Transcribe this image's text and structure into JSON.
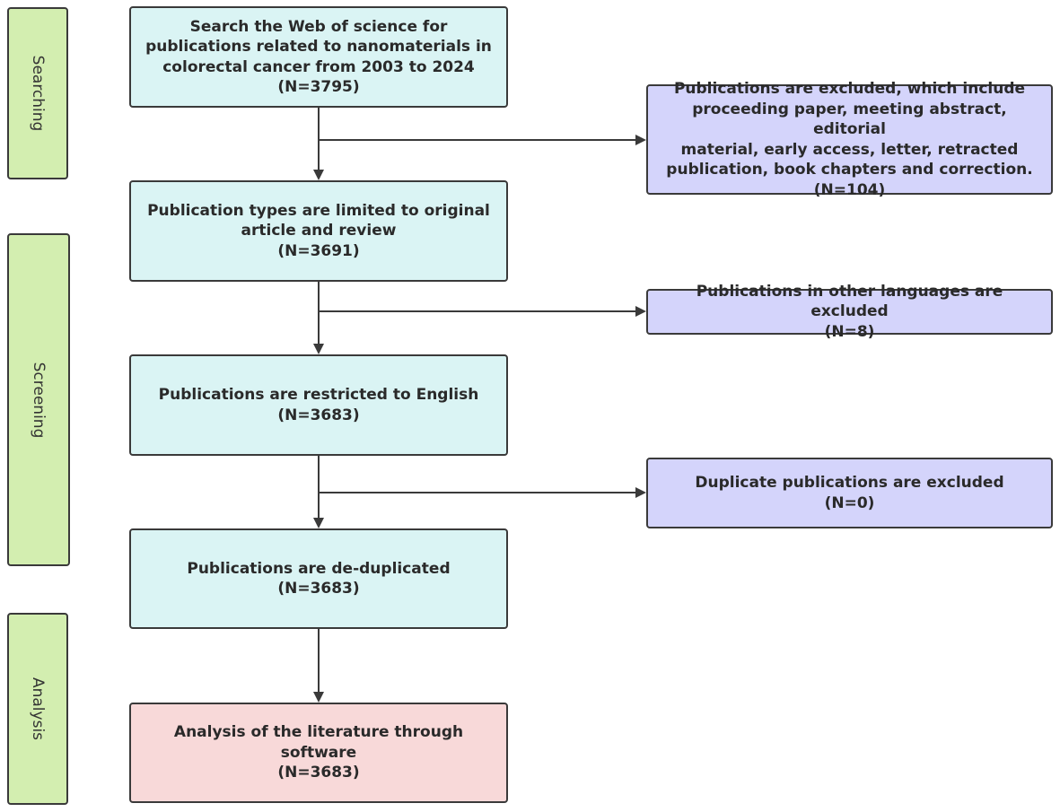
{
  "stages": [
    {
      "label": "Searching"
    },
    {
      "label": "Screening"
    },
    {
      "label": "Analysis"
    }
  ],
  "main_boxes": [
    {
      "lines": [
        "Search the Web of science for",
        "publications related to nanomaterials in",
        "colorectal cancer from 2003 to 2024"
      ],
      "count": "(N=3795)"
    },
    {
      "lines": [
        "Publication types are limited to original",
        "article and review"
      ],
      "count": "(N=3691)"
    },
    {
      "lines": [
        "Publications are restricted to English"
      ],
      "count": "(N=3683)"
    },
    {
      "lines": [
        "Publications are de-duplicated"
      ],
      "count": "(N=3683)"
    },
    {
      "lines": [
        "Analysis of the literature through",
        "software"
      ],
      "count": "(N=3683)"
    }
  ],
  "exclusion_boxes": [
    {
      "lines": [
        "Publications are excluded, which include",
        "proceeding paper, meeting abstract, editorial",
        "material, early access, letter,  retracted",
        "publication, book chapters and correction."
      ],
      "count": "(N=104)"
    },
    {
      "lines": [
        "Publications in other languages are excluded"
      ],
      "count": "(N=8)"
    },
    {
      "lines": [
        "Duplicate publications are excluded"
      ],
      "count": "(N=0)"
    }
  ],
  "colors": {
    "stage_fill": "#d3eeb0",
    "main_fill": "#daf4f4",
    "exclusion_fill": "#d4d4fb",
    "final_fill": "#f8d9d9",
    "border": "#3a3a3a"
  }
}
